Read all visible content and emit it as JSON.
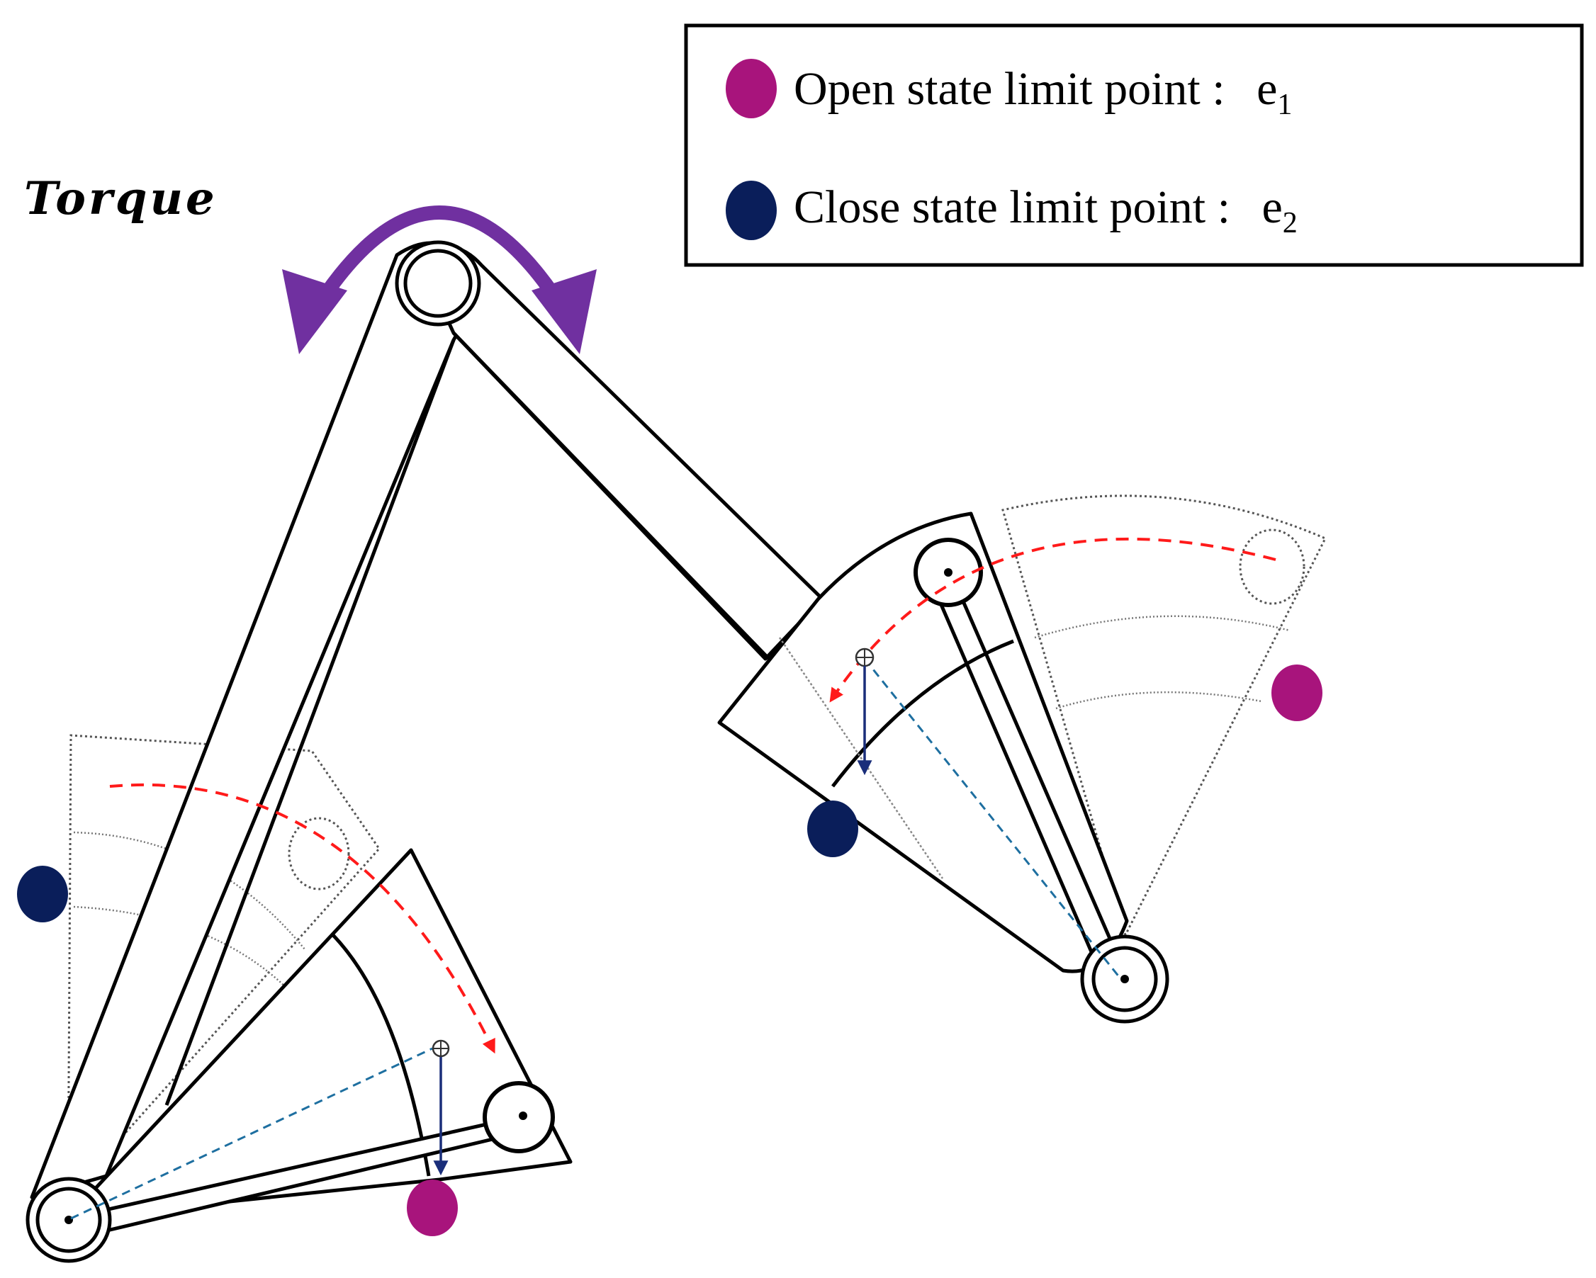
{
  "torque": {
    "label": "Torque",
    "arrow_color": "#7030a0"
  },
  "legend": {
    "items": [
      {
        "text": "Open state limit point :",
        "symbol": "e",
        "subscript": "1",
        "color": "#a8147c"
      },
      {
        "text": "Close state limit point :",
        "symbol": "e",
        "subscript": "2",
        "color": "#0a1e5a"
      }
    ]
  },
  "colors": {
    "open_limit": "#a8147c",
    "close_limit": "#0a1e5a",
    "motion_path": "#ff1a1a",
    "force_arrow": "#1a2e7a",
    "center_line": "#1e6fa0"
  }
}
